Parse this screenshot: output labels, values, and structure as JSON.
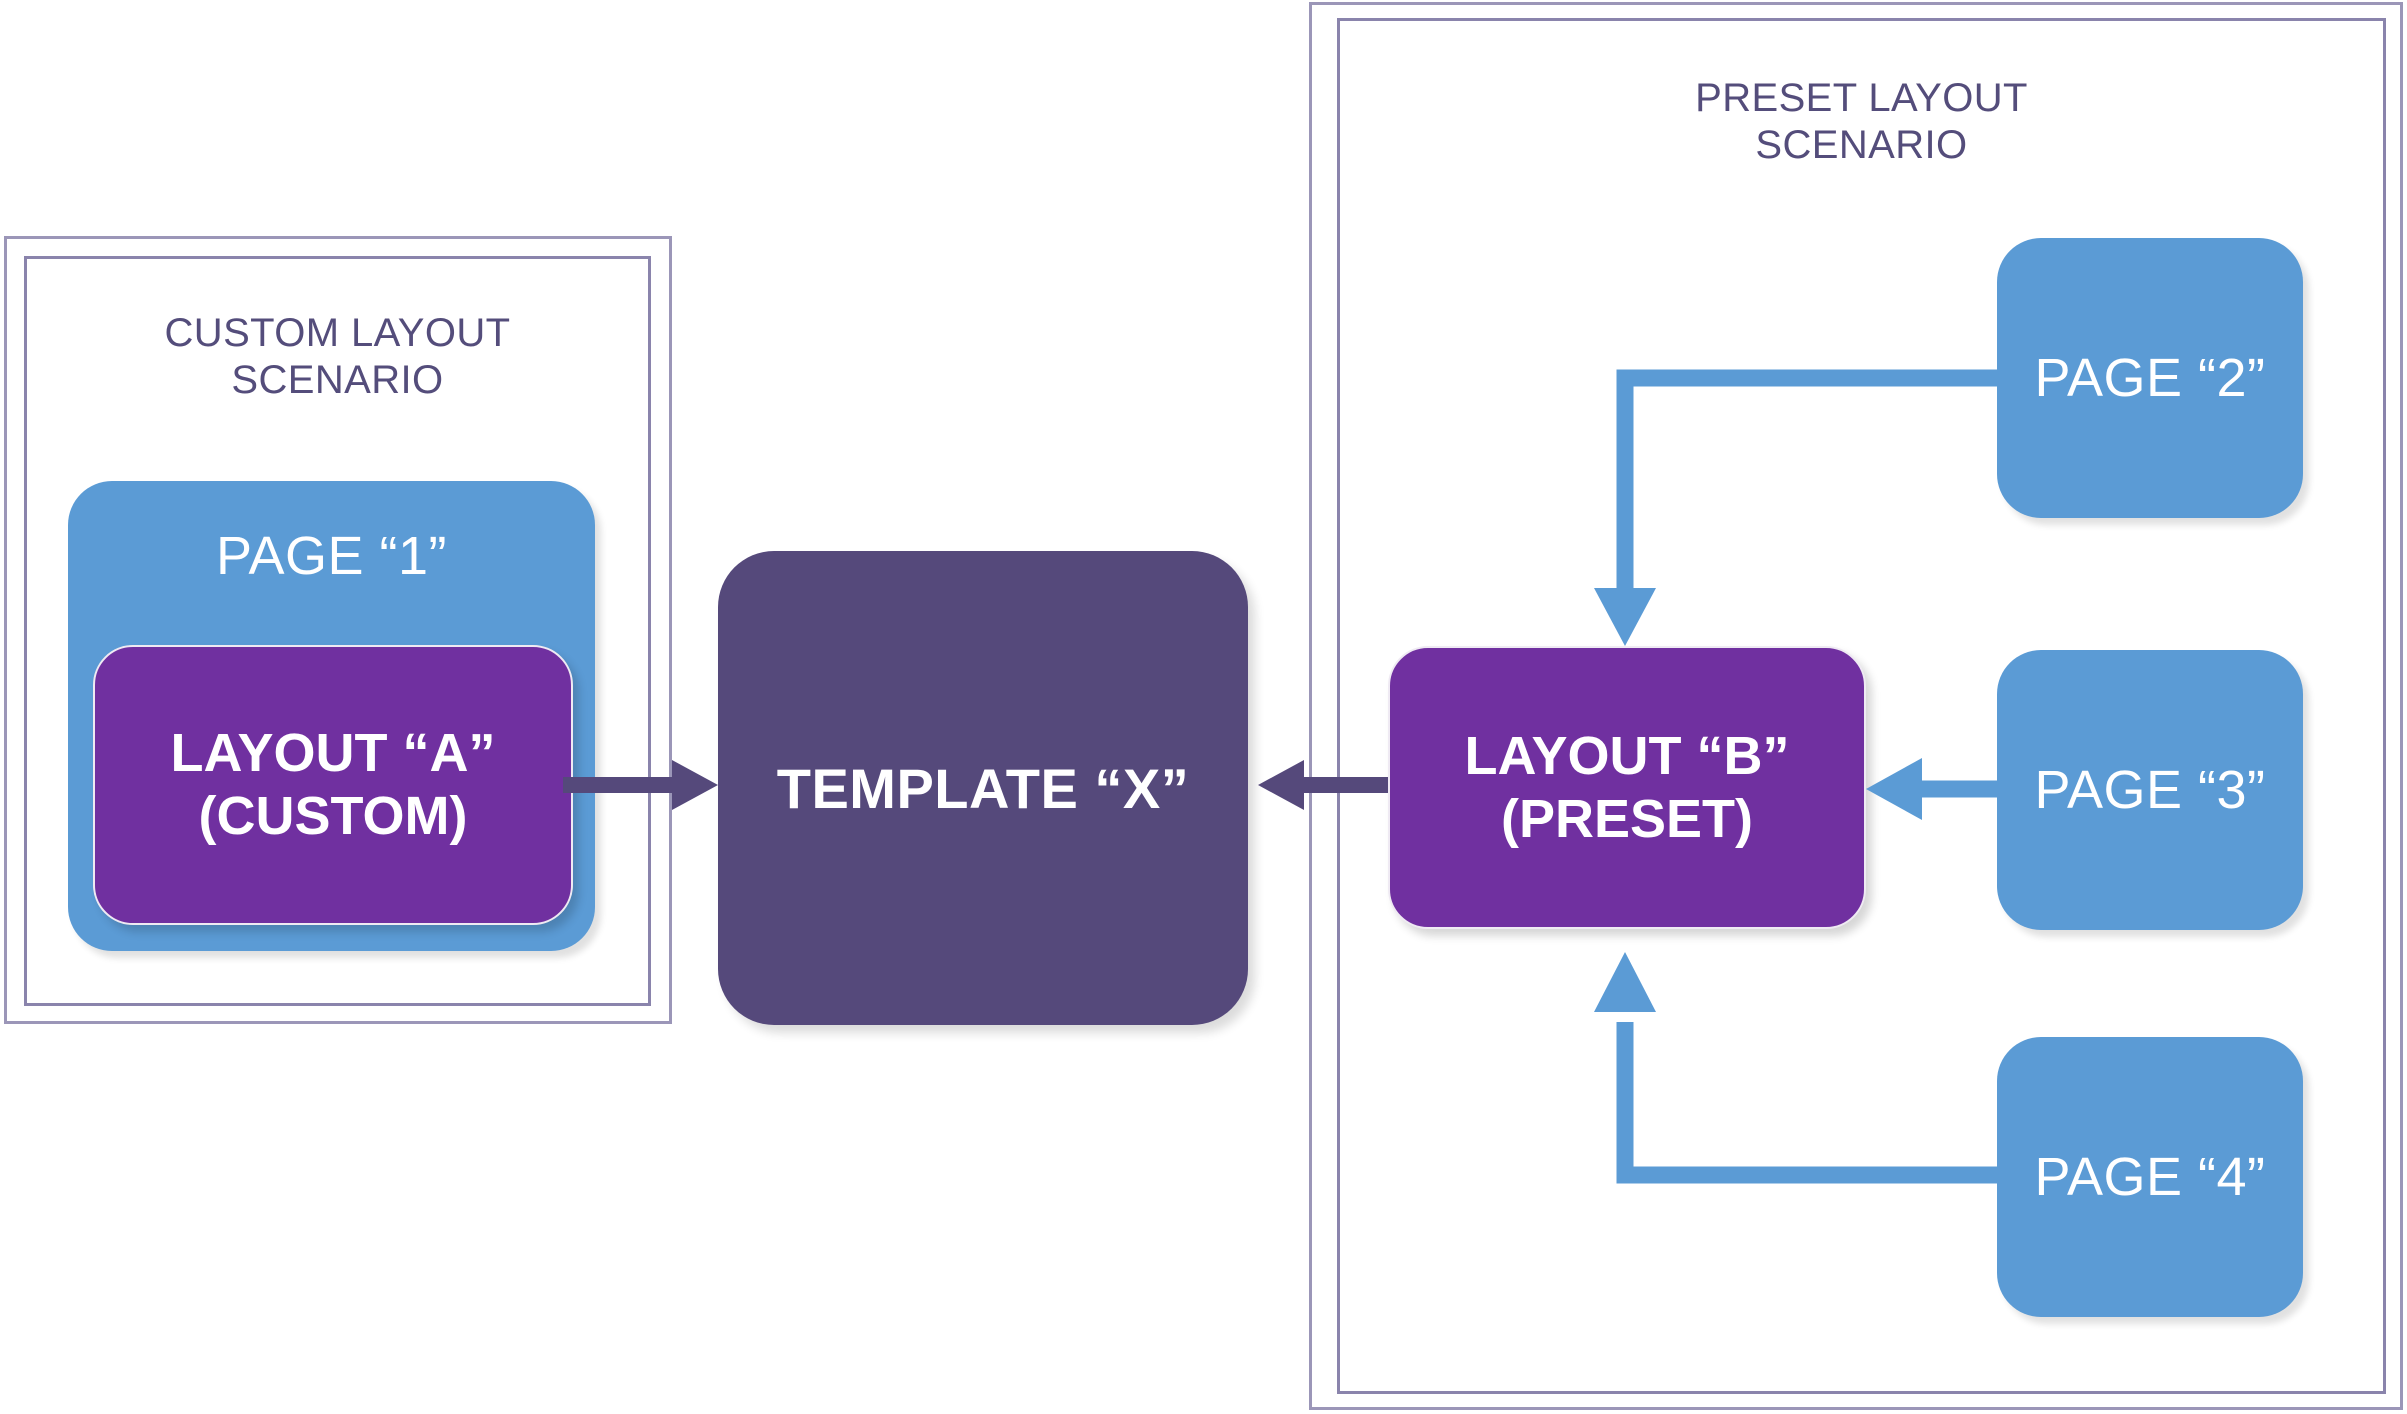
{
  "diagram": {
    "title_not_shown": "",
    "colors": {
      "page_blue": "#5B9BD5",
      "layout_purple": "#7030A0",
      "template_dark": "#55497B",
      "frame_border": "#9B96B8",
      "caption_text": "#544D7B",
      "arrow_blue": "#5B9BD5",
      "arrow_dark": "#55497B"
    },
    "left_scenario": {
      "caption": "CUSTOM LAYOUT\nSCENARIO",
      "page": "PAGE “1”",
      "layout": "LAYOUT “A”\n(CUSTOM)"
    },
    "center": {
      "template": "TEMPLATE “X”"
    },
    "right_scenario": {
      "caption": "PRESET LAYOUT\nSCENARIO",
      "layout": "LAYOUT “B”\n(PRESET)",
      "pages": [
        "PAGE “2”",
        "PAGE “3”",
        "PAGE “4”"
      ]
    },
    "connectors": [
      {
        "name": "layout-a-to-template",
        "from": "LAYOUT “A” (CUSTOM)",
        "to": "TEMPLATE “X”",
        "direction": "right",
        "color": "#55497B"
      },
      {
        "name": "layout-b-to-template",
        "from": "LAYOUT “B” (PRESET)",
        "to": "TEMPLATE “X”",
        "direction": "left",
        "color": "#55497B"
      },
      {
        "name": "page-2-to-layout-b",
        "from": "PAGE “2”",
        "to": "LAYOUT “B” (PRESET)",
        "direction": "elbow-down",
        "color": "#5B9BD5"
      },
      {
        "name": "page-3-to-layout-b",
        "from": "PAGE “3”",
        "to": "LAYOUT “B” (PRESET)",
        "direction": "left",
        "color": "#5B9BD5"
      },
      {
        "name": "page-4-to-layout-b",
        "from": "PAGE “4”",
        "to": "LAYOUT “B” (PRESET)",
        "direction": "elbow-up",
        "color": "#5B9BD5"
      }
    ]
  }
}
